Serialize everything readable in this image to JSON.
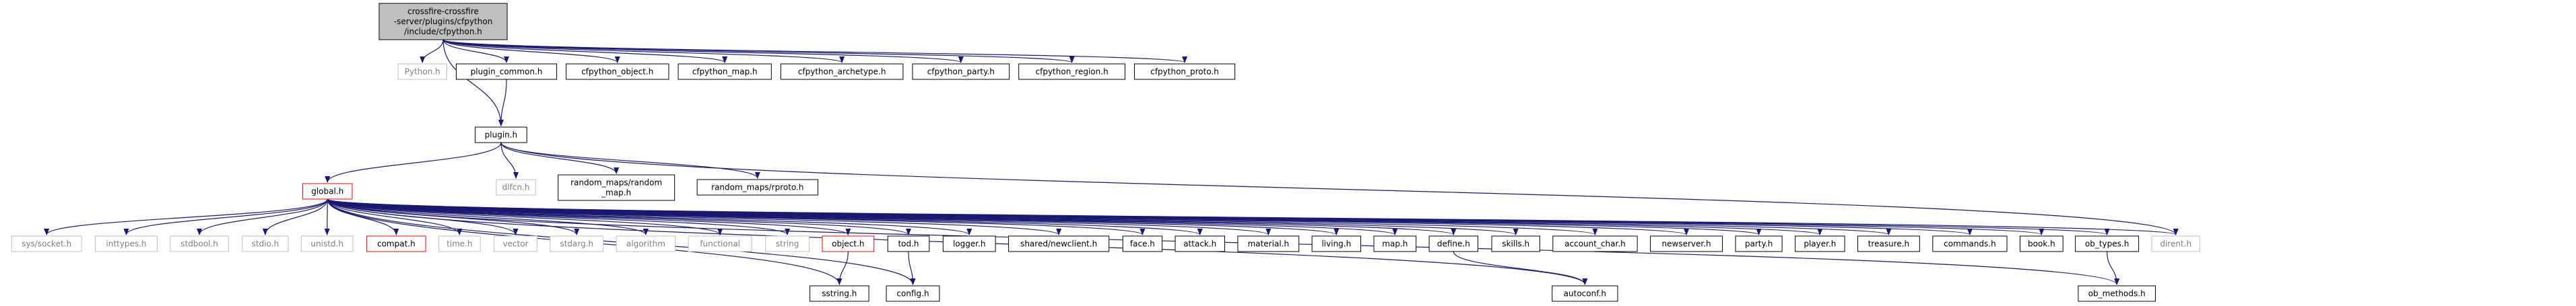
{
  "colors": {
    "edge": "#191970",
    "node_border": "#000000",
    "node_fill": "#ffffff",
    "root_fill": "#bfbfbf",
    "missing_border": "#bfbfbf",
    "missing_text": "#7f7f7f",
    "truncated_border": "#ff0000",
    "text": "#000000"
  },
  "nodes": [
    {
      "id": "root",
      "lines": [
        "crossfire-crossfire",
        "-server/plugins/cfpython",
        "/include/cfpython.h"
      ],
      "style": "root"
    },
    {
      "id": "python_h",
      "lines": [
        "Python.h"
      ],
      "style": "missing"
    },
    {
      "id": "plugin_common_h",
      "lines": [
        "plugin_common.h"
      ],
      "style": "normal"
    },
    {
      "id": "cfpython_object_h",
      "lines": [
        "cfpython_object.h"
      ],
      "style": "normal"
    },
    {
      "id": "cfpython_map_h",
      "lines": [
        "cfpython_map.h"
      ],
      "style": "normal"
    },
    {
      "id": "cfpython_archetype_h",
      "lines": [
        "cfpython_archetype.h"
      ],
      "style": "normal"
    },
    {
      "id": "cfpython_party_h",
      "lines": [
        "cfpython_party.h"
      ],
      "style": "normal"
    },
    {
      "id": "cfpython_region_h",
      "lines": [
        "cfpython_region.h"
      ],
      "style": "normal"
    },
    {
      "id": "cfpython_proto_h",
      "lines": [
        "cfpython_proto.h"
      ],
      "style": "normal"
    },
    {
      "id": "plugin_h",
      "lines": [
        "plugin.h"
      ],
      "style": "normal"
    },
    {
      "id": "global_h",
      "lines": [
        "global.h"
      ],
      "style": "truncated"
    },
    {
      "id": "dlfcn_h",
      "lines": [
        "dlfcn.h"
      ],
      "style": "missing"
    },
    {
      "id": "random_map_h",
      "lines": [
        "random_maps/random",
        "_map.h"
      ],
      "style": "normal"
    },
    {
      "id": "rproto_h",
      "lines": [
        "random_maps/rproto.h"
      ],
      "style": "normal"
    },
    {
      "id": "sys_socket_h",
      "lines": [
        "sys/socket.h"
      ],
      "style": "missing"
    },
    {
      "id": "inttypes_h",
      "lines": [
        "inttypes.h"
      ],
      "style": "missing"
    },
    {
      "id": "stdbool_h",
      "lines": [
        "stdbool.h"
      ],
      "style": "missing"
    },
    {
      "id": "stdio_h",
      "lines": [
        "stdio.h"
      ],
      "style": "missing"
    },
    {
      "id": "unistd_h",
      "lines": [
        "unistd.h"
      ],
      "style": "missing"
    },
    {
      "id": "compat_h",
      "lines": [
        "compat.h"
      ],
      "style": "truncated"
    },
    {
      "id": "time_h",
      "lines": [
        "time.h"
      ],
      "style": "missing"
    },
    {
      "id": "vector",
      "lines": [
        "vector"
      ],
      "style": "missing"
    },
    {
      "id": "stdarg_h",
      "lines": [
        "stdarg.h"
      ],
      "style": "missing"
    },
    {
      "id": "algorithm",
      "lines": [
        "algorithm"
      ],
      "style": "missing"
    },
    {
      "id": "functional",
      "lines": [
        "functional"
      ],
      "style": "missing"
    },
    {
      "id": "string",
      "lines": [
        "string"
      ],
      "style": "missing"
    },
    {
      "id": "object_h",
      "lines": [
        "object.h"
      ],
      "style": "truncated"
    },
    {
      "id": "tod_h",
      "lines": [
        "tod.h"
      ],
      "style": "normal"
    },
    {
      "id": "logger_h",
      "lines": [
        "logger.h"
      ],
      "style": "normal"
    },
    {
      "id": "newclient_h",
      "lines": [
        "shared/newclient.h"
      ],
      "style": "normal"
    },
    {
      "id": "face_h",
      "lines": [
        "face.h"
      ],
      "style": "normal"
    },
    {
      "id": "attack_h",
      "lines": [
        "attack.h"
      ],
      "style": "normal"
    },
    {
      "id": "material_h",
      "lines": [
        "material.h"
      ],
      "style": "normal"
    },
    {
      "id": "living_h",
      "lines": [
        "living.h"
      ],
      "style": "normal"
    },
    {
      "id": "map_h",
      "lines": [
        "map.h"
      ],
      "style": "normal"
    },
    {
      "id": "define_h",
      "lines": [
        "define.h"
      ],
      "style": "normal"
    },
    {
      "id": "skills_h",
      "lines": [
        "skills.h"
      ],
      "style": "normal"
    },
    {
      "id": "account_char_h",
      "lines": [
        "account_char.h"
      ],
      "style": "normal"
    },
    {
      "id": "newserver_h",
      "lines": [
        "newserver.h"
      ],
      "style": "normal"
    },
    {
      "id": "party_h",
      "lines": [
        "party.h"
      ],
      "style": "normal"
    },
    {
      "id": "player_h",
      "lines": [
        "player.h"
      ],
      "style": "normal"
    },
    {
      "id": "treasure_h",
      "lines": [
        "treasure.h"
      ],
      "style": "normal"
    },
    {
      "id": "commands_h",
      "lines": [
        "commands.h"
      ],
      "style": "normal"
    },
    {
      "id": "book_h",
      "lines": [
        "book.h"
      ],
      "style": "normal"
    },
    {
      "id": "ob_types_h",
      "lines": [
        "ob_types.h"
      ],
      "style": "normal"
    },
    {
      "id": "dirent_h",
      "lines": [
        "dirent.h"
      ],
      "style": "missing"
    },
    {
      "id": "sstring_h",
      "lines": [
        "sstring.h"
      ],
      "style": "normal"
    },
    {
      "id": "config_h",
      "lines": [
        "config.h"
      ],
      "style": "normal"
    },
    {
      "id": "autoconf_h",
      "lines": [
        "autoconf.h"
      ],
      "style": "normal"
    },
    {
      "id": "ob_methods_h",
      "lines": [
        "ob_methods.h"
      ],
      "style": "normal"
    }
  ],
  "edges": [
    [
      "root",
      "python_h"
    ],
    [
      "root",
      "plugin_common_h"
    ],
    [
      "root",
      "cfpython_object_h"
    ],
    [
      "root",
      "cfpython_map_h"
    ],
    [
      "root",
      "cfpython_archetype_h"
    ],
    [
      "root",
      "cfpython_party_h"
    ],
    [
      "root",
      "cfpython_region_h"
    ],
    [
      "root",
      "cfpython_proto_h"
    ],
    [
      "root",
      "plugin_h"
    ],
    [
      "plugin_common_h",
      "plugin_h"
    ],
    [
      "plugin_h",
      "global_h"
    ],
    [
      "plugin_h",
      "dlfcn_h"
    ],
    [
      "plugin_h",
      "random_map_h"
    ],
    [
      "plugin_h",
      "rproto_h"
    ],
    [
      "plugin_h",
      "dirent_h"
    ],
    [
      "global_h",
      "sys_socket_h"
    ],
    [
      "global_h",
      "inttypes_h"
    ],
    [
      "global_h",
      "stdbool_h"
    ],
    [
      "global_h",
      "stdio_h"
    ],
    [
      "global_h",
      "unistd_h"
    ],
    [
      "global_h",
      "compat_h"
    ],
    [
      "global_h",
      "time_h"
    ],
    [
      "global_h",
      "vector"
    ],
    [
      "global_h",
      "stdarg_h"
    ],
    [
      "global_h",
      "algorithm"
    ],
    [
      "global_h",
      "functional"
    ],
    [
      "global_h",
      "string"
    ],
    [
      "global_h",
      "object_h"
    ],
    [
      "global_h",
      "tod_h"
    ],
    [
      "global_h",
      "logger_h"
    ],
    [
      "global_h",
      "newclient_h"
    ],
    [
      "global_h",
      "face_h"
    ],
    [
      "global_h",
      "attack_h"
    ],
    [
      "global_h",
      "material_h"
    ],
    [
      "global_h",
      "living_h"
    ],
    [
      "global_h",
      "map_h"
    ],
    [
      "global_h",
      "define_h"
    ],
    [
      "global_h",
      "skills_h"
    ],
    [
      "global_h",
      "account_char_h"
    ],
    [
      "global_h",
      "newserver_h"
    ],
    [
      "global_h",
      "party_h"
    ],
    [
      "global_h",
      "player_h"
    ],
    [
      "global_h",
      "treasure_h"
    ],
    [
      "global_h",
      "commands_h"
    ],
    [
      "global_h",
      "book_h"
    ],
    [
      "global_h",
      "ob_types_h"
    ],
    [
      "global_h",
      "ob_methods_h"
    ],
    [
      "global_h",
      "dirent_h"
    ],
    [
      "global_h",
      "sstring_h"
    ],
    [
      "global_h",
      "config_h"
    ],
    [
      "global_h",
      "autoconf_h"
    ],
    [
      "object_h",
      "sstring_h"
    ],
    [
      "tod_h",
      "config_h"
    ],
    [
      "define_h",
      "autoconf_h"
    ],
    [
      "ob_types_h",
      "ob_methods_h"
    ]
  ]
}
